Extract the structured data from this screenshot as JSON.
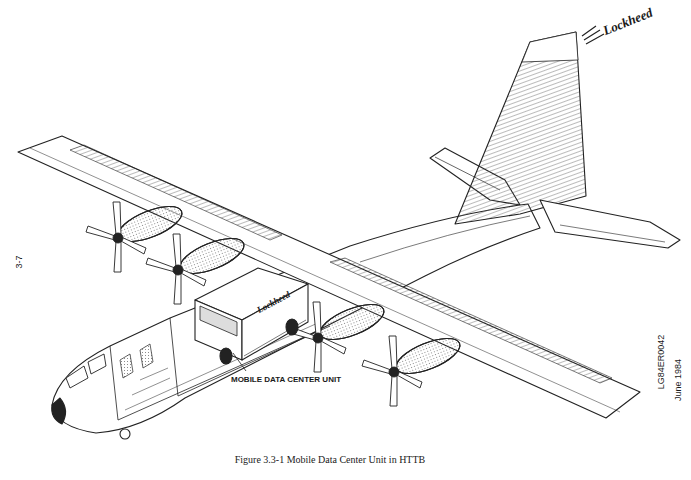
{
  "diagram": {
    "caption": "Figure 3.3-1 Mobile Data Center Unit in HTTB",
    "labels": [
      "Lockheed",
      "3-7",
      "MOBILE DATA CENTER UNIT",
      "Lockheed",
      "LG84ER0042",
      "June 1984"
    ]
  }
}
